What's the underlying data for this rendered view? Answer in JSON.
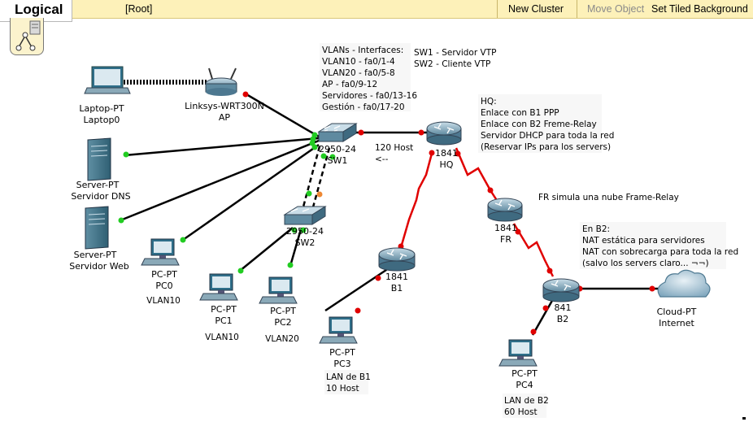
{
  "toolbar": {
    "tab": "Logical",
    "path": "[Root]",
    "new_cluster": "New Cluster",
    "move_object": "Move Object",
    "tiled_bg": "Set Tiled Background"
  },
  "devices": {
    "laptop0": {
      "type": "Laptop-PT",
      "name": "Laptop0"
    },
    "ap": {
      "type": "Linksys-WRT300N",
      "name": "AP"
    },
    "dns": {
      "type": "Server-PT",
      "name": "Servidor DNS"
    },
    "web": {
      "type": "Server-PT",
      "name": "Servidor Web"
    },
    "sw1": {
      "type": "2950-24",
      "name": "SW1"
    },
    "sw2": {
      "type": "2950-24",
      "name": "SW2"
    },
    "pc0": {
      "type": "PC-PT",
      "name": "PC0",
      "vlan": "VLAN10"
    },
    "pc1": {
      "type": "PC-PT",
      "name": "PC1",
      "vlan": "VLAN10"
    },
    "pc2": {
      "type": "PC-PT",
      "name": "PC2",
      "vlan": "VLAN20"
    },
    "hq": {
      "type": "1841",
      "name": "HQ"
    },
    "b1": {
      "type": "1841",
      "name": "B1"
    },
    "fr": {
      "type": "1841",
      "name": "FR"
    },
    "b2": {
      "type": "841",
      "name": "B2"
    },
    "pc3": {
      "type": "PC-PT",
      "name": "PC3",
      "lan1": "LAN de B1",
      "lan2": "10 Host"
    },
    "pc4": {
      "type": "PC-PT",
      "name": "PC4",
      "lan1": "LAN de B2",
      "lan2": "60 Host"
    },
    "cloud": {
      "type": "Cloud-PT",
      "name": "Internet"
    }
  },
  "notes": {
    "vlans": [
      "VLANs - Interfaces:",
      "VLAN10 - fa0/1-4",
      "VLAN20 - fa0/5-8",
      "AP - fa0/9-12",
      "Servidores - fa0/13-16",
      "Gestión - fa0/17-20"
    ],
    "vtp": [
      "SW1 - Servidor VTP",
      "SW2 - Cliente VTP"
    ],
    "hosts": [
      "120 Host",
      "<--"
    ],
    "hq": [
      "HQ:",
      "Enlace con B1 PPP",
      "Enlace con B2 Freme-Relay",
      "Servidor DHCP para toda la red",
      "(Reservar IPs para los servers)"
    ],
    "fr": "FR simula una nube Frame-Relay",
    "b2": [
      "En B2:",
      "NAT estática para servidores",
      "NAT con sobrecarga para toda la red",
      "(salvo los servers claro... ¬¬)"
    ]
  }
}
